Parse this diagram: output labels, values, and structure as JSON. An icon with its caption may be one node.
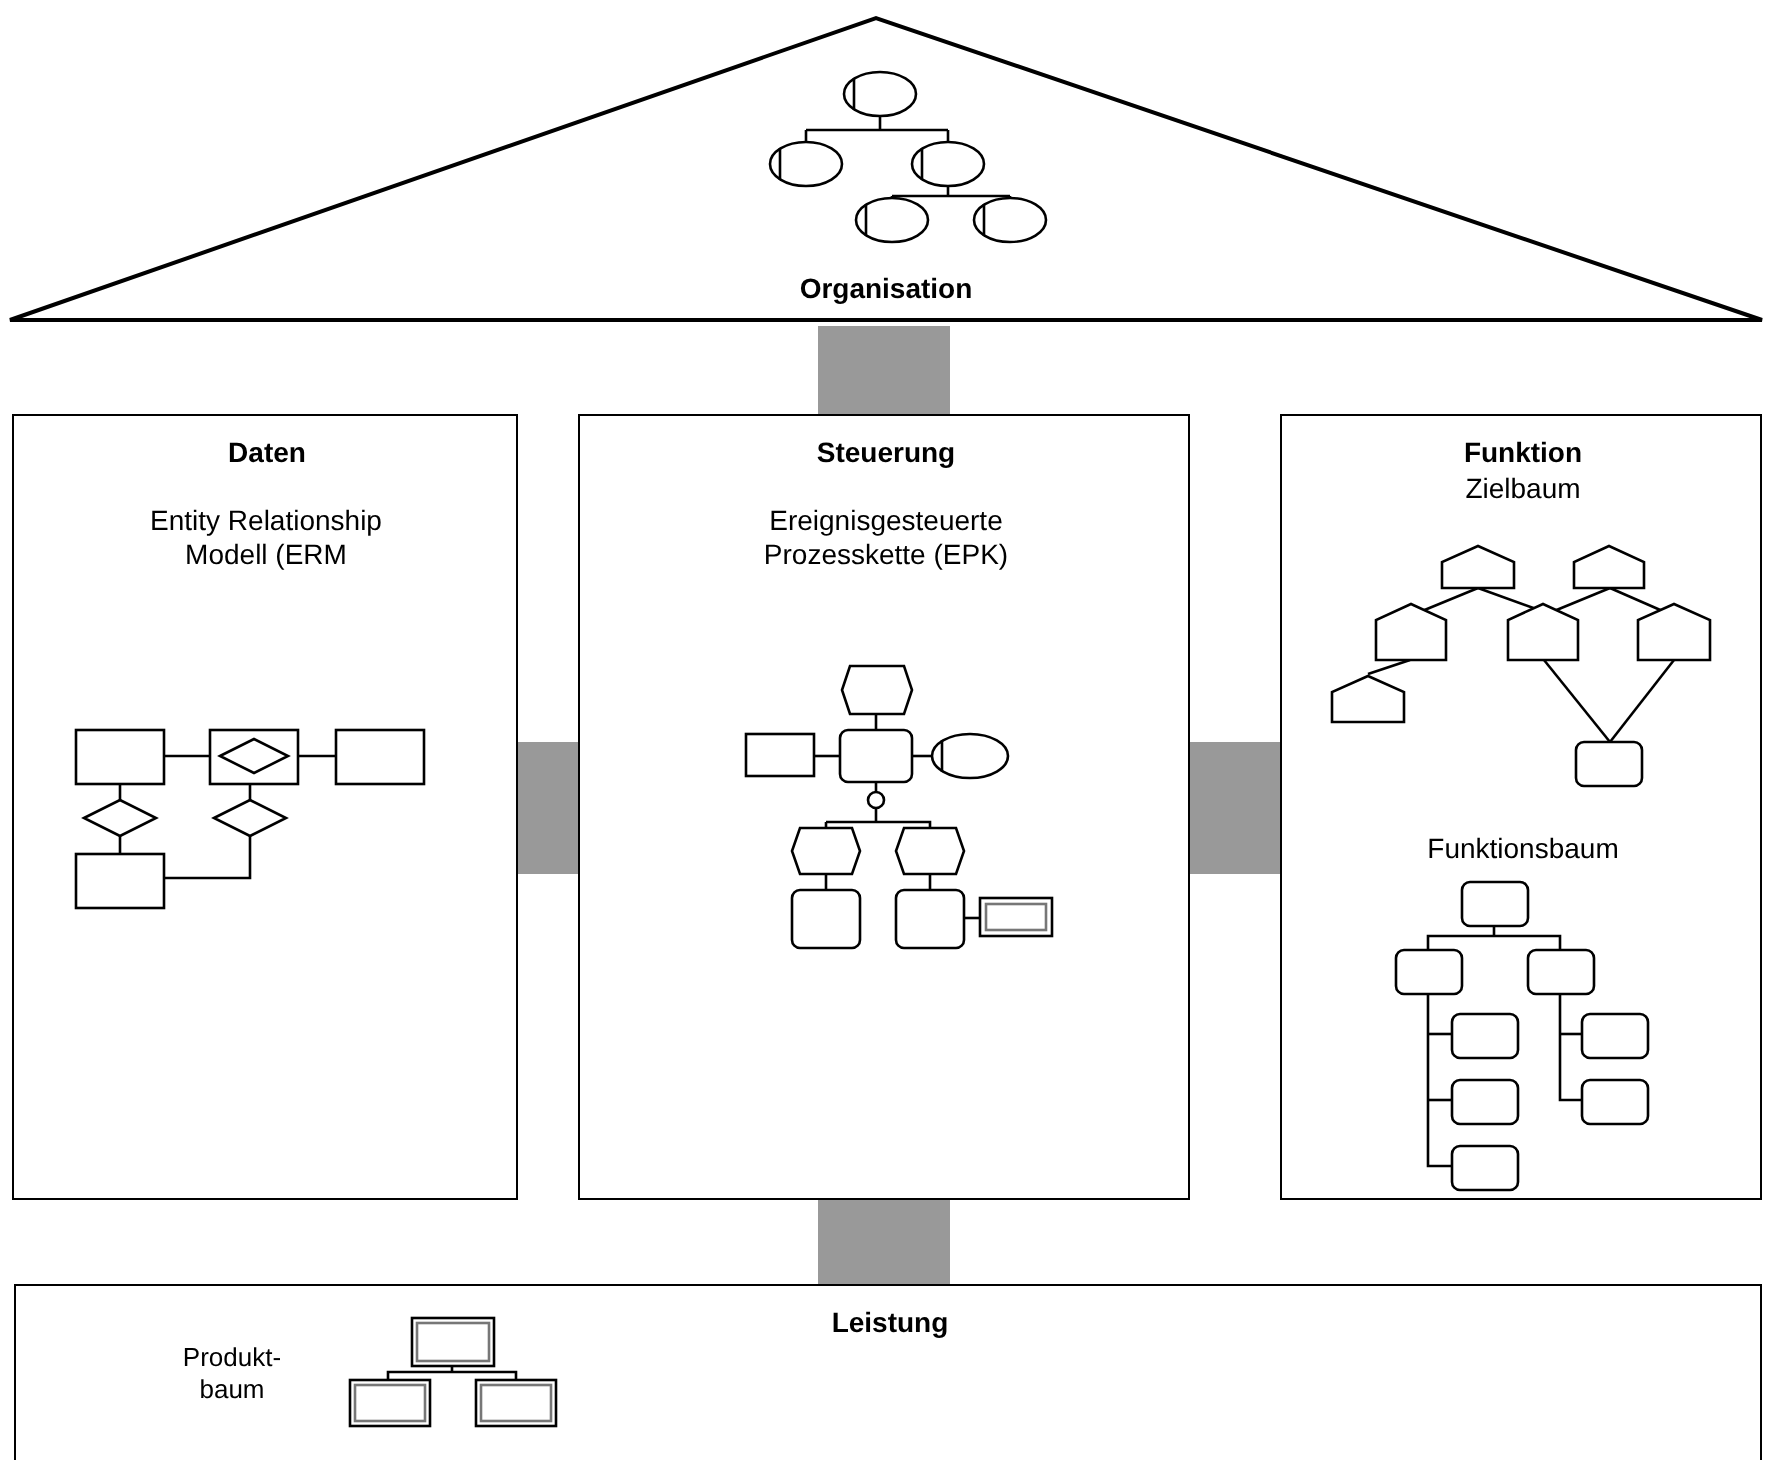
{
  "diagram": {
    "nodes": [
      {
        "text": [
          "Organisation"
        ]
      },
      {
        "text": [
          "Daten",
          "Entity Relationship Modell (ERM"
        ]
      },
      {
        "text": [
          "Steuerung",
          "Ereignisgesteuerte Prozesskette (EPK)"
        ]
      },
      {
        "text": [
          "Funktion",
          "Zielbaum",
          "Funktionsbaum"
        ]
      },
      {
        "text": [
          "Leistung",
          "Produkt- baum"
        ]
      }
    ],
    "edges": [
      {
        "from": 0,
        "to": 2,
        "arrow": "none"
      },
      {
        "from": 1,
        "to": 2,
        "arrow": "none"
      },
      {
        "from": 2,
        "to": 3,
        "arrow": "none"
      },
      {
        "from": 2,
        "to": 4,
        "arrow": "none"
      }
    ]
  }
}
